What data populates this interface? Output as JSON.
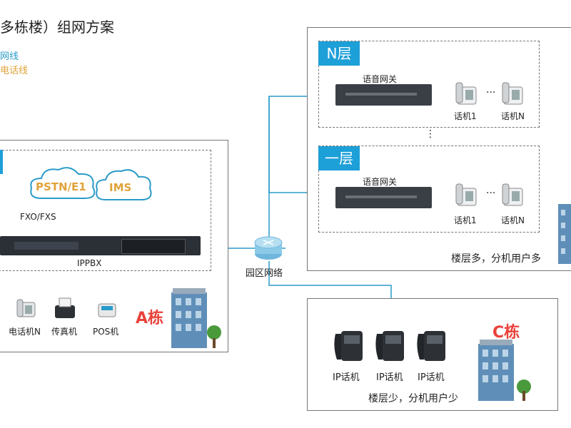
{
  "title": "多栋楼）组网方案",
  "legend": {
    "network_line": "网线",
    "phone_line": "电话线"
  },
  "colors": {
    "network": "#2a9bc9",
    "phone": "#e0a33a",
    "tag": "#1d9fd8",
    "building_label": "#e8423a"
  },
  "building_a": {
    "clouds": [
      "PSTN/E1",
      "IMS"
    ],
    "fxo_label": "FXO/FXS",
    "device_label": "IPPBX",
    "endpoints": [
      "电话机N",
      "传真机",
      "POS机"
    ],
    "building_label": "A栋"
  },
  "campus_network": "园区网络",
  "building_b": {
    "floors": [
      {
        "tag": "N层",
        "gateway": "语音网关",
        "phones": [
          "话机1",
          "话机N"
        ]
      },
      {
        "tag": "一层",
        "gateway": "语音网关",
        "phones": [
          "话机1",
          "话机N"
        ]
      }
    ],
    "ellipsis_h": "···",
    "ellipsis_v": "⋮",
    "note": "楼层多，分机用户多"
  },
  "building_c": {
    "phones": [
      "IP话机",
      "IP话机",
      "IP话机"
    ],
    "building_label": "C栋",
    "note": "楼层少，分机用户少"
  }
}
